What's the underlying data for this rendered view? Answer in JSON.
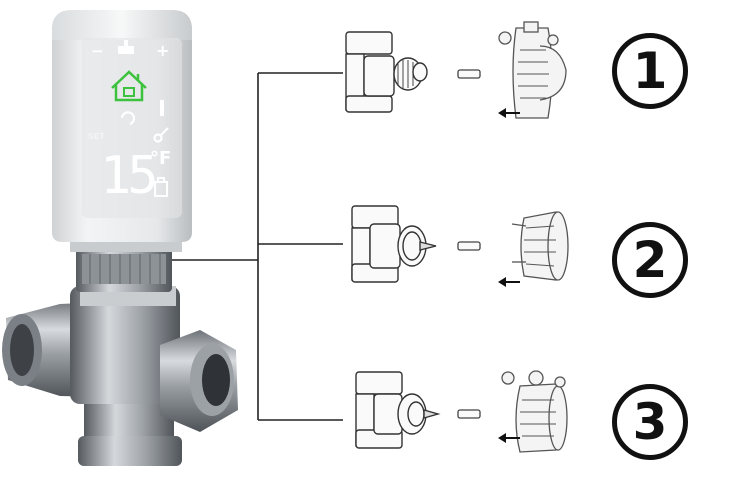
{
  "thermostat": {
    "minus_label": "−",
    "plus_label": "+",
    "set_label": "SET",
    "temperature": "15",
    "unit": "°F",
    "home_icon": "home-icon",
    "valve_icon": "valve-icon",
    "refresh_icon": "refresh-icon",
    "key_icon": "key-icon",
    "battery_icon": "battery-icon",
    "accent_color": "#3cc23c"
  },
  "options": [
    {
      "number": "1"
    },
    {
      "number": "2"
    },
    {
      "number": "3"
    }
  ]
}
